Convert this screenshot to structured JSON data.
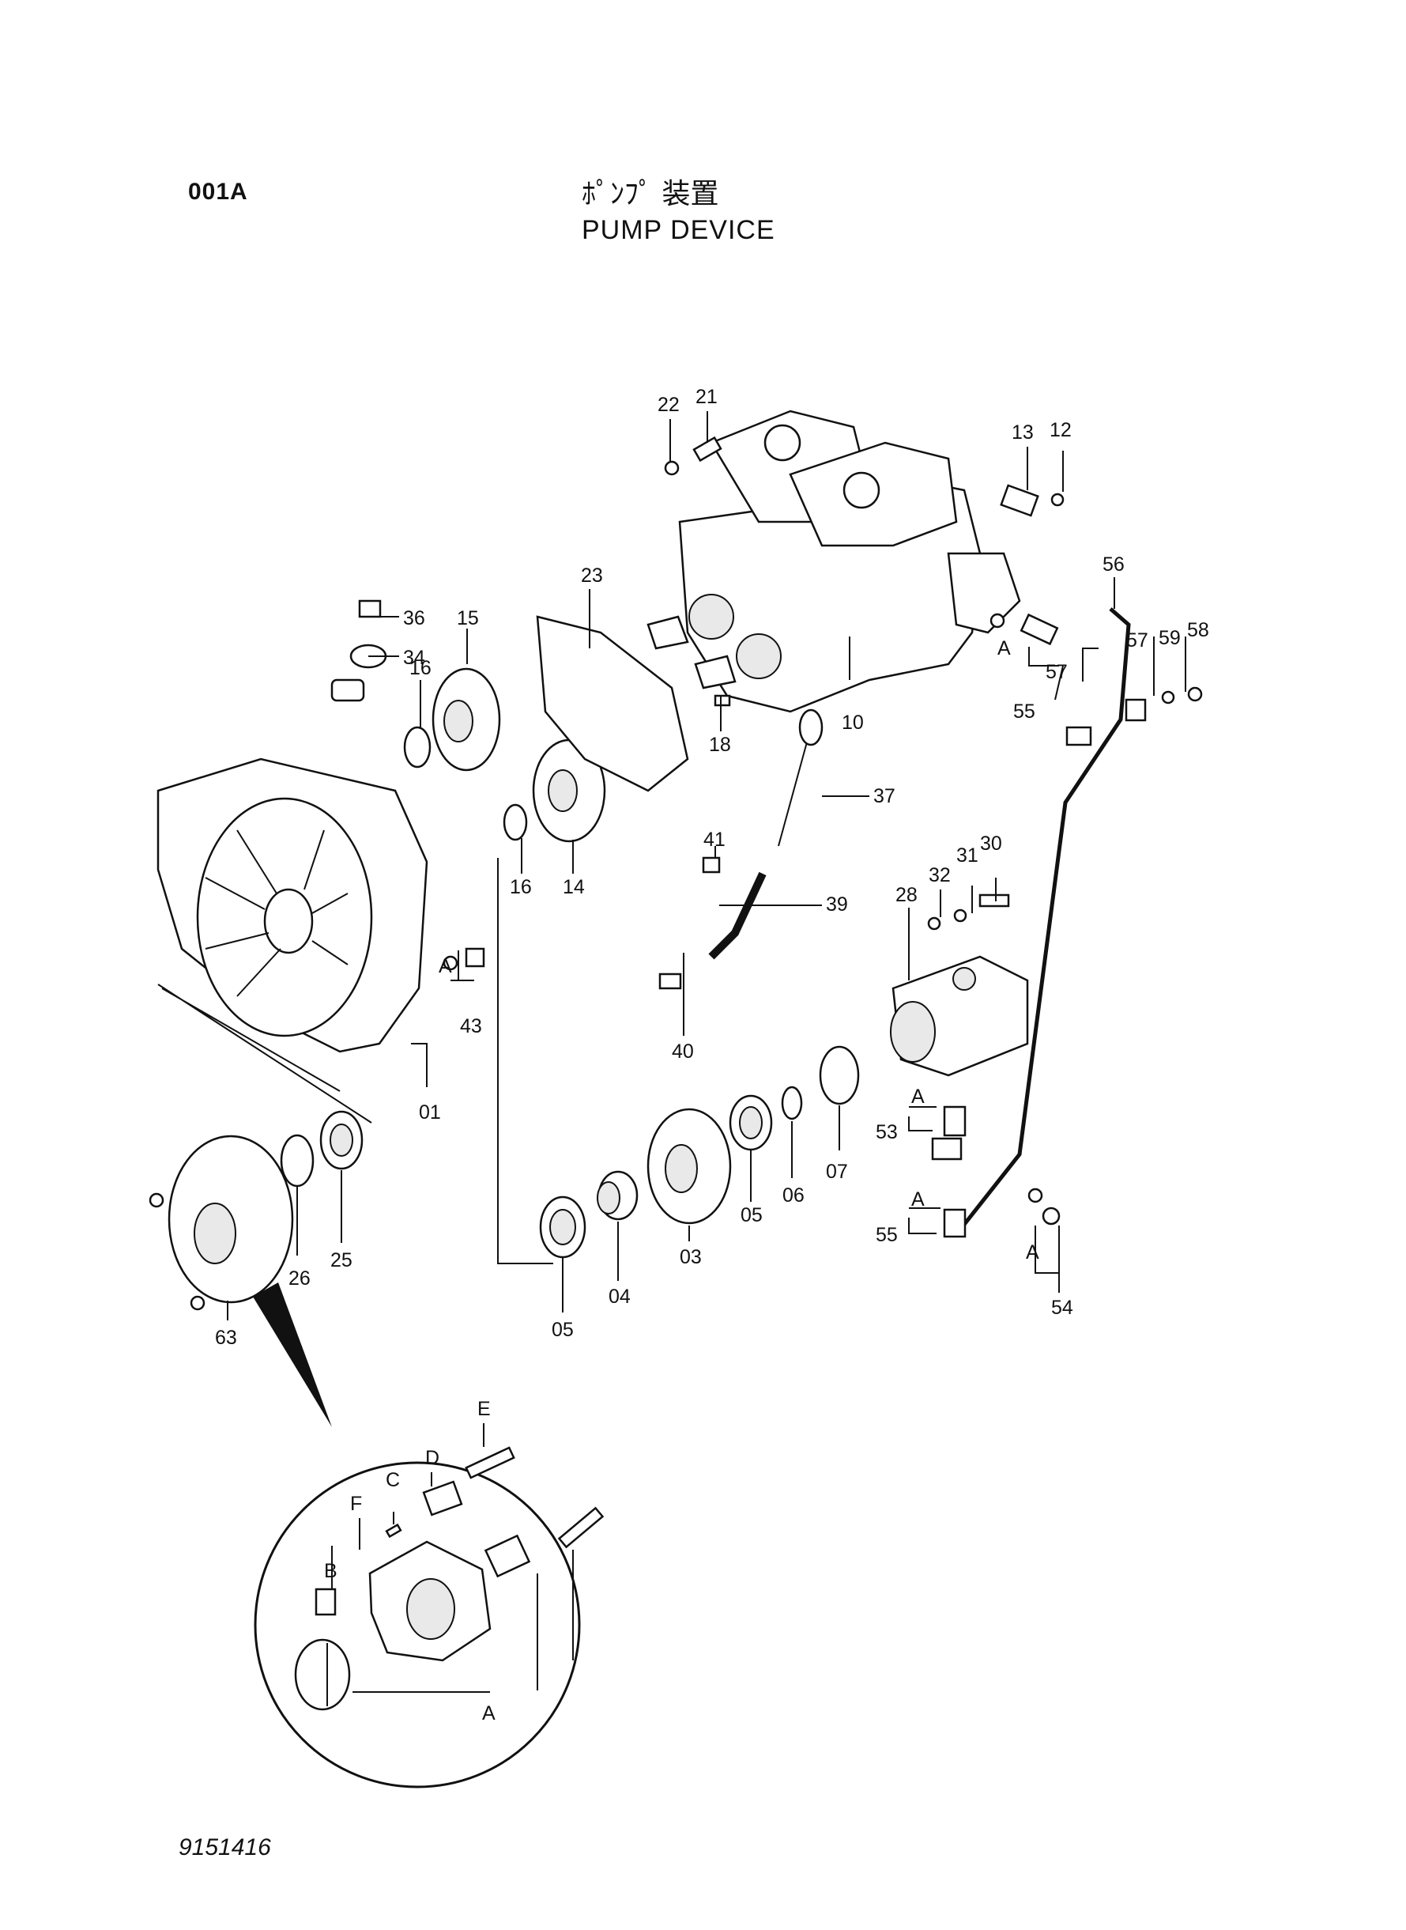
{
  "header": {
    "page_code": "001A",
    "title_jp": "ﾎﾟﾝﾌﾟ 装置",
    "title_en": "PUMP DEVICE"
  },
  "footer": {
    "doc_number": "9151416"
  },
  "callouts": {
    "p01": "01",
    "p03": "03",
    "p04": "04",
    "p05a": "05",
    "p05b": "05",
    "p06": "06",
    "p07": "07",
    "p10": "10",
    "p12": "12",
    "p13": "13",
    "p14": "14",
    "p15": "15",
    "p16a": "16",
    "p16b": "16",
    "p18": "18",
    "p21": "21",
    "p22": "22",
    "p23": "23",
    "p25": "25",
    "p26": "26",
    "p28": "28",
    "p30": "30",
    "p31": "31",
    "p32": "32",
    "p34": "34",
    "p36": "36",
    "p37": "37",
    "p39": "39",
    "p40": "40",
    "p41": "41",
    "p43": "43",
    "p53": "53",
    "p54": "54",
    "p55a": "55",
    "p55b": "55",
    "p56": "56",
    "p57a": "57",
    "p57b": "57",
    "p58": "58",
    "p59": "59",
    "p63": "63"
  },
  "detail_letters": {
    "a1": "A",
    "a2": "A",
    "a3": "A",
    "a4": "A",
    "a5": "A",
    "a6": "A",
    "b": "B",
    "c": "C",
    "d": "D",
    "e": "E",
    "f": "F"
  }
}
